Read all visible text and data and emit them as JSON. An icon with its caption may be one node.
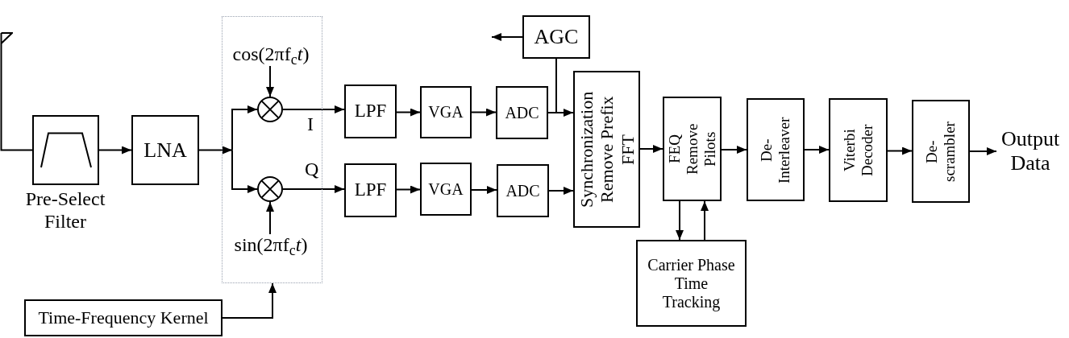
{
  "diagram": {
    "nodes": [
      {
        "text": [],
        "shape": "antenna"
      },
      {
        "text": [],
        "shape": "box",
        "beside": [
          "Pre-Select Filter"
        ]
      },
      {
        "text": [
          "LNA"
        ]
      },
      {
        "text": [],
        "shape": "box"
      },
      {
        "text": [
          "cos(2πf$_{c}$*t*)"
        ],
        "in": 3
      },
      {
        "text": [],
        "shape": "circle",
        "in": 3
      },
      {
        "text": [],
        "shape": "circle",
        "in": 3
      },
      {
        "text": [
          "sin(2πf$_{c}$*t*)"
        ],
        "in": 3
      },
      {
        "text": [
          "Time-Frequency Kernel"
        ]
      },
      {
        "text": [
          "LPF"
        ]
      },
      {
        "text": [
          "VGA"
        ]
      },
      {
        "text": [
          "ADC"
        ]
      },
      {
        "text": [
          "LPF"
        ]
      },
      {
        "text": [
          "VGA"
        ]
      },
      {
        "text": [
          "ADC"
        ]
      },
      {
        "text": [
          "AGC"
        ]
      },
      {
        "text": [
          "Synchronization",
          "Remove Prefix",
          "FFT"
        ]
      },
      {
        "text": [
          "FEQ",
          "Remove Pilots"
        ]
      },
      {
        "text": [
          "Carrier Phase Time Tracking"
        ]
      },
      {
        "text": [
          "De- Interleaver"
        ]
      },
      {
        "text": [
          "Viterbi Decoder"
        ]
      },
      {
        "text": [
          "De- scrambler"
        ]
      },
      {
        "text": [
          "Output Data"
        ]
      }
    ],
    "edges": [
      {
        "from": 0,
        "to": 1,
        "arrow": "none"
      },
      {
        "from": 1,
        "to": 2,
        "arrow": "to"
      },
      {
        "from": 2,
        "to": 5,
        "arrow": "to"
      },
      {
        "from": 2,
        "to": 6,
        "arrow": "to"
      },
      {
        "from": 4,
        "to": 5,
        "arrow": "to"
      },
      {
        "from": 7,
        "to": 6,
        "arrow": "to"
      },
      {
        "from": 8,
        "to": 3,
        "arrow": "to"
      },
      {
        "from": 5,
        "to": 9,
        "arrow": "to",
        "label": "I"
      },
      {
        "from": 6,
        "to": 12,
        "arrow": "to",
        "label": "Q"
      },
      {
        "from": 9,
        "to": 10,
        "arrow": "to"
      },
      {
        "from": 10,
        "to": 11,
        "arrow": "to"
      },
      {
        "from": 11,
        "to": 16,
        "arrow": "to"
      },
      {
        "from": 12,
        "to": 13,
        "arrow": "to"
      },
      {
        "from": 13,
        "to": 14,
        "arrow": "to"
      },
      {
        "from": 14,
        "to": 16,
        "arrow": "to"
      },
      {
        "from": 11,
        "to": 15,
        "arrow": "none"
      },
      {
        "from": 15,
        "to": null,
        "arrow": "to"
      },
      {
        "from": 16,
        "to": 17,
        "arrow": "to"
      },
      {
        "from": 17,
        "to": 18,
        "arrow": "to"
      },
      {
        "from": 18,
        "to": 17,
        "arrow": "to"
      },
      {
        "from": 17,
        "to": 19,
        "arrow": "to"
      },
      {
        "from": 19,
        "to": 20,
        "arrow": "to"
      },
      {
        "from": 20,
        "to": 21,
        "arrow": "to"
      },
      {
        "from": 21,
        "to": 22,
        "arrow": "to"
      }
    ]
  }
}
